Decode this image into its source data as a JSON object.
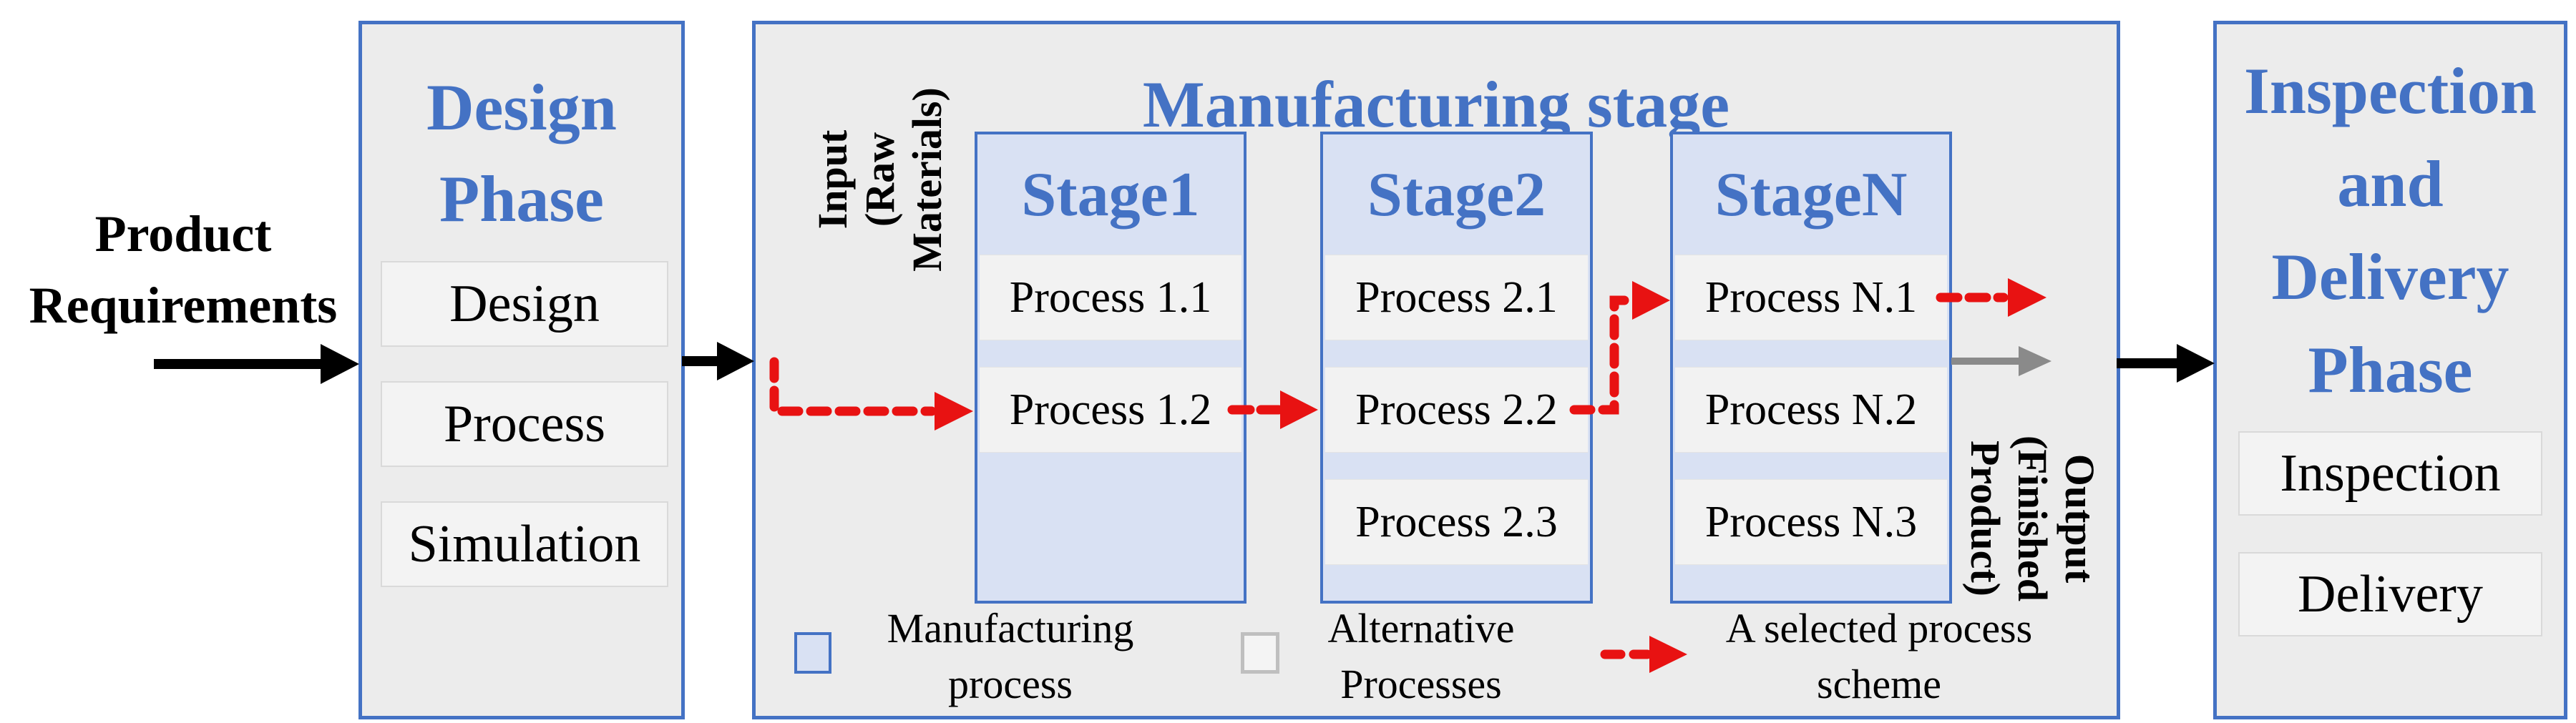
{
  "colors": {
    "accent_blue": "#4472C4",
    "lavender_fill": "#D9E1F3",
    "box_gray_fill": "#ECECEC",
    "row_fill": "#F2F2F2",
    "selected_red": "#E81212",
    "output_gray": "#8A8A8A",
    "black": "#000000"
  },
  "product_requirements": {
    "label": "Product\nRequirements"
  },
  "design_phase": {
    "title": "Design\nPhase",
    "items": [
      {
        "label": "Design"
      },
      {
        "label": "Process"
      },
      {
        "label": "Simulation"
      }
    ]
  },
  "manufacturing": {
    "title": "Manufacturing stage",
    "input_label": "Input\n(Raw\nMaterials)",
    "output_label": "Output\n(Finished\nProduct)",
    "stages": [
      {
        "title": "Stage1",
        "processes": [
          "Process 1.1",
          "Process 1.2"
        ]
      },
      {
        "title": "Stage2",
        "processes": [
          "Process 2.1",
          "Process 2.2",
          "Process 2.3"
        ]
      },
      {
        "title": "StageN",
        "processes": [
          "Process N.1",
          "Process N.2",
          "Process N.3"
        ]
      }
    ],
    "legend": {
      "manufacturing_process": "Manufacturing\nprocess",
      "alternative_processes": "Alternative\nProcesses",
      "selected_scheme": "A selected process\nscheme"
    }
  },
  "inspection_delivery": {
    "title": "Inspection\nand\nDelivery\nPhase",
    "items": [
      {
        "label": "Inspection"
      },
      {
        "label": "Delivery"
      }
    ]
  }
}
